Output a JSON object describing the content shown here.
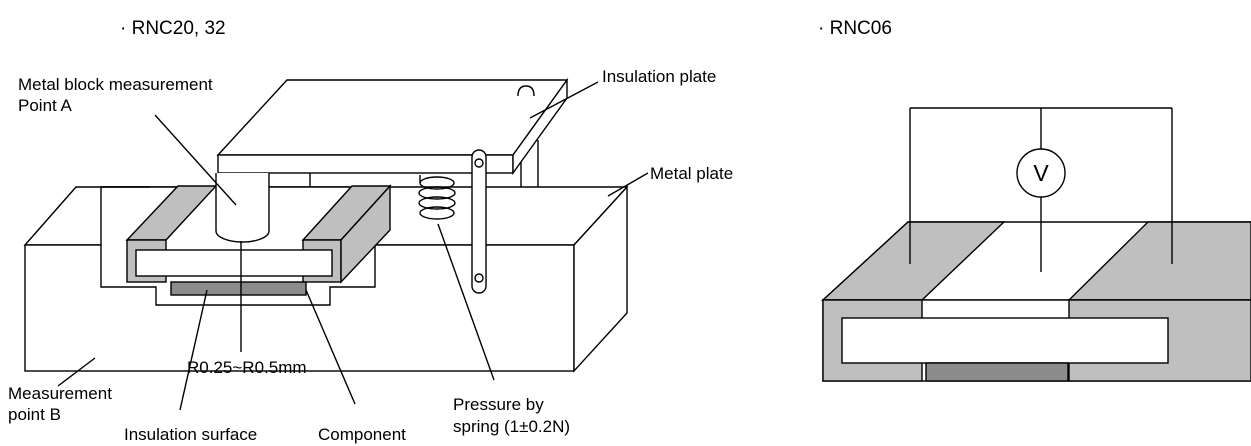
{
  "titles": {
    "left": "· RNC20, 32",
    "right": "· RNC06"
  },
  "labels": {
    "metal_block_line1": "Metal block measurement",
    "metal_block_line2": "Point A",
    "insulation_plate": "Insulation plate",
    "metal_plate": "Metal plate",
    "measurement_b_line1": "Measurement",
    "measurement_b_line2": "point B",
    "radius": "R0.25~R0.5mm",
    "insulation_surface": "Insulation surface",
    "component": "Component",
    "pressure_line1": "Pressure by",
    "pressure_line2": "spring (1±0.2N)"
  },
  "voltmeter": {
    "symbol": "V"
  },
  "colors": {
    "terminal_gray": "#bfbfbf",
    "resistive_dark": "#8c8c8c",
    "line": "#000000",
    "background": "#ffffff"
  }
}
